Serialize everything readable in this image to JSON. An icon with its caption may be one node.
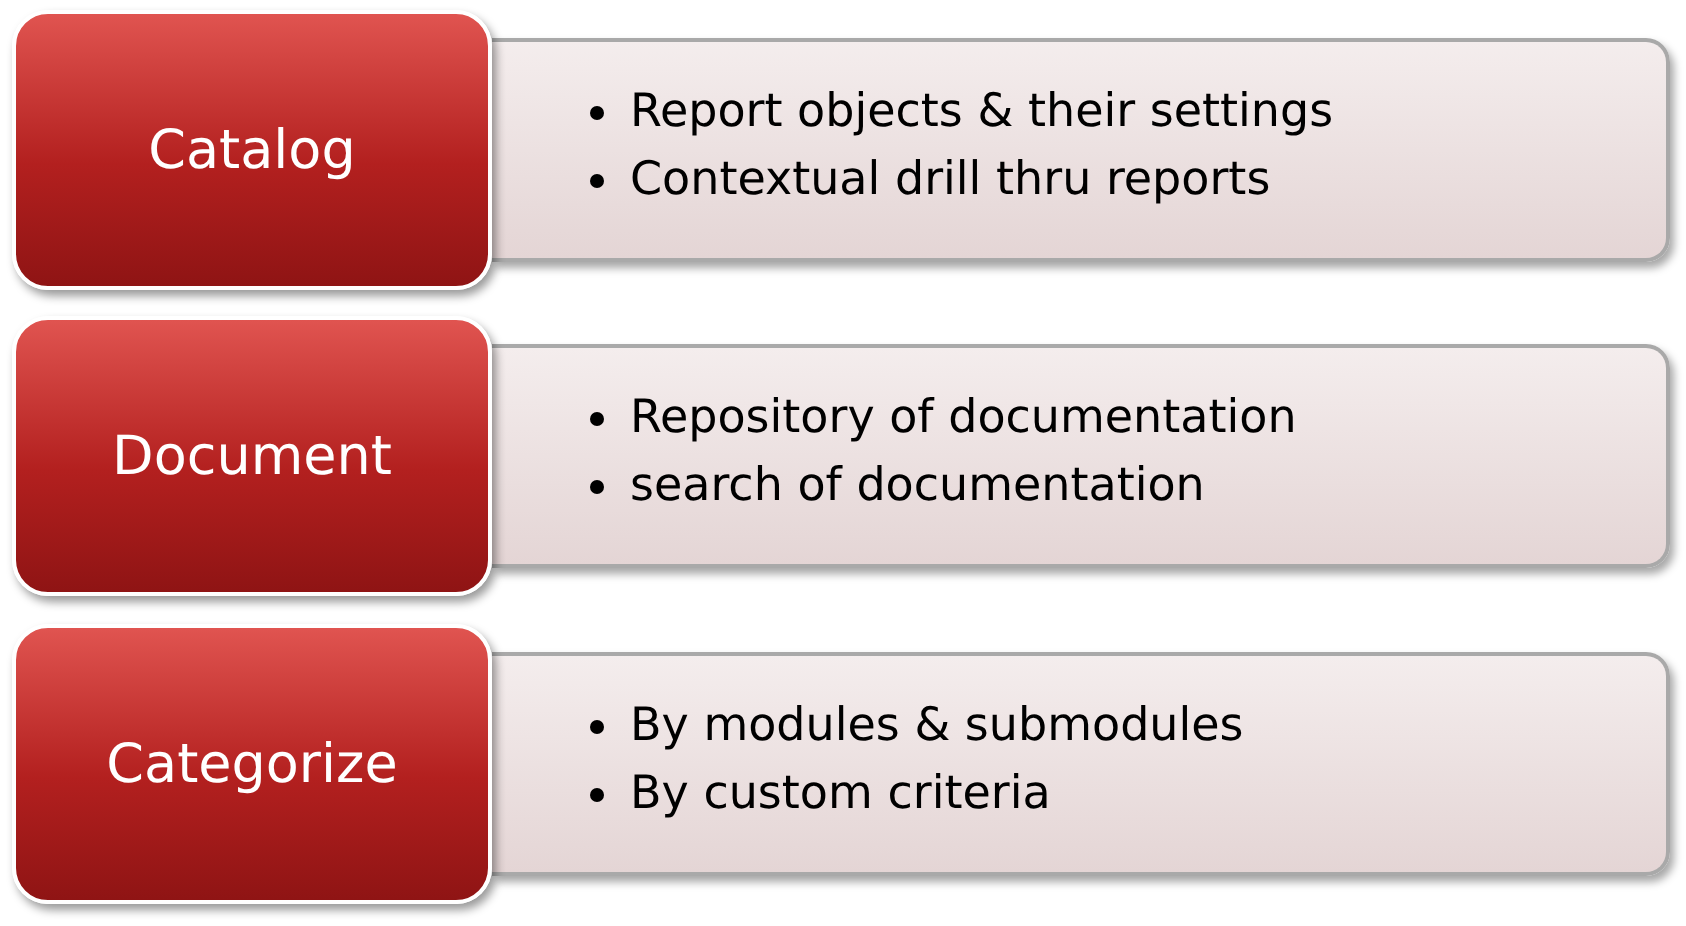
{
  "diagram": {
    "nodes": [
      {
        "text": [
          "Catalog"
        ]
      },
      {
        "text": [
          "Report objects & their settings",
          "Contextual drill thru reports"
        ]
      },
      {
        "text": [
          "Document"
        ]
      },
      {
        "text": [
          "Repository of documentation",
          "search of documentation"
        ]
      },
      {
        "text": [
          "Categorize"
        ]
      },
      {
        "text": [
          "By modules & submodules",
          "By custom criteria"
        ]
      }
    ]
  }
}
